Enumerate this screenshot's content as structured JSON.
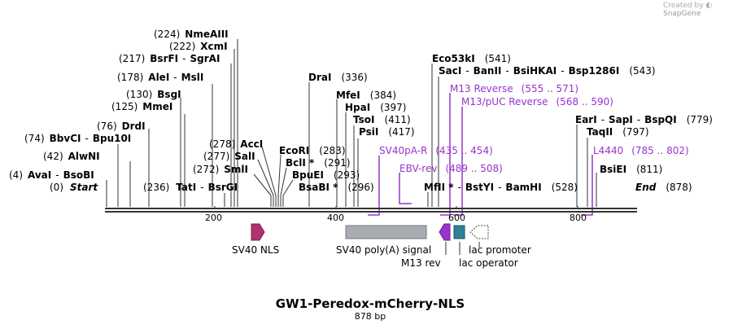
{
  "credit": {
    "prefix": "Created by",
    "brand": "SnapGene"
  },
  "title": "GW1-Peredox-mCherry-NLS",
  "subtitle": "878 bp",
  "ruler_ticks": [
    "200",
    "400",
    "600",
    "800"
  ],
  "sites": [
    {
      "pos": "(4)",
      "name": "AvaI",
      "sep": "-",
      "name2": "BsoBI"
    },
    {
      "pos": "(0)",
      "name": "Start",
      "italic": true
    },
    {
      "pos": "(74)",
      "name": "BbvCI",
      "sep": "-",
      "name2": "Bpu10I"
    },
    {
      "pos": "(42)",
      "name": "AlwNI"
    },
    {
      "pos": "(76)",
      "name": "DrdI"
    },
    {
      "pos": "(125)",
      "name": "MmeI"
    },
    {
      "pos": "(130)",
      "name": "BsgI"
    },
    {
      "pos": "(178)",
      "name": "AleI",
      "sep": "-",
      "name2": "MslI"
    },
    {
      "pos": "(217)",
      "name": "BsrFI",
      "sep": "-",
      "name2": "SgrAI"
    },
    {
      "pos": "(222)",
      "name": "XcmI"
    },
    {
      "pos": "(224)",
      "name": "NmeAIII"
    },
    {
      "pos": "(236)",
      "name": "TatI",
      "sep": "-",
      "name2": "BsrGI"
    },
    {
      "pos": "(272)",
      "name": "SmlI"
    },
    {
      "pos": "(277)",
      "name": "SalI"
    },
    {
      "pos": "(278)",
      "name": "AccI"
    },
    {
      "name": "EcoRI",
      "pos": "(283)"
    },
    {
      "name": "BclI *",
      "pos": "(291)"
    },
    {
      "name": "BpuEI",
      "pos": "(293)"
    },
    {
      "name": "BsaBI *",
      "pos": "(296)"
    },
    {
      "name": "DraI",
      "pos": "(336)"
    },
    {
      "name": "MfeI",
      "pos": "(384)"
    },
    {
      "name": "HpaI",
      "pos": "(397)"
    },
    {
      "name": "TsoI",
      "pos": "(411)"
    },
    {
      "name": "PsiI",
      "pos": "(417)"
    },
    {
      "name": "Eco53kI",
      "pos": "(541)"
    },
    {
      "name": "SacI",
      "sep": "-",
      "name2": "BanII",
      "sep2": "-",
      "name3": "BsiHKAI",
      "sep3": "-",
      "name4": "Bsp1286I",
      "pos": "(543)"
    },
    {
      "name": "MfII *",
      "sep": "-",
      "name2": "BstYI",
      "sep2": "-",
      "name3": "BamHI",
      "pos": "(528)"
    },
    {
      "name": "EarI",
      "sep": "-",
      "name2": "SapI",
      "sep2": "-",
      "name3": "BspQI",
      "pos": "(779)"
    },
    {
      "name": "TaqII",
      "pos": "(797)"
    },
    {
      "name": "BsiEI",
      "pos": "(811)"
    },
    {
      "name": "End",
      "pos": "(878)",
      "italic": true
    }
  ],
  "primers": [
    {
      "name": "SV40pA-R",
      "range": "(435 .. 454)"
    },
    {
      "name": "EBV-rev",
      "range": "(489 .. 508)"
    },
    {
      "name": "M13 Reverse",
      "range": "(555 .. 571)"
    },
    {
      "name": "M13/pUC Reverse",
      "range": "(568 .. 590)"
    },
    {
      "name": "L4440",
      "range": "(785 .. 802)"
    }
  ],
  "features": [
    {
      "name": "SV40 NLS",
      "color": "#b0336e"
    },
    {
      "name": "SV40 poly(A) signal",
      "color": "#a9adb3"
    },
    {
      "name": "M13 rev",
      "color": "#9933cc"
    },
    {
      "name": "lac operator",
      "color": "#2e7f99"
    },
    {
      "name": "lac promoter",
      "color": "#ffffff"
    }
  ],
  "colors": {
    "primer": "#9933cc",
    "backbone": "#333333"
  }
}
